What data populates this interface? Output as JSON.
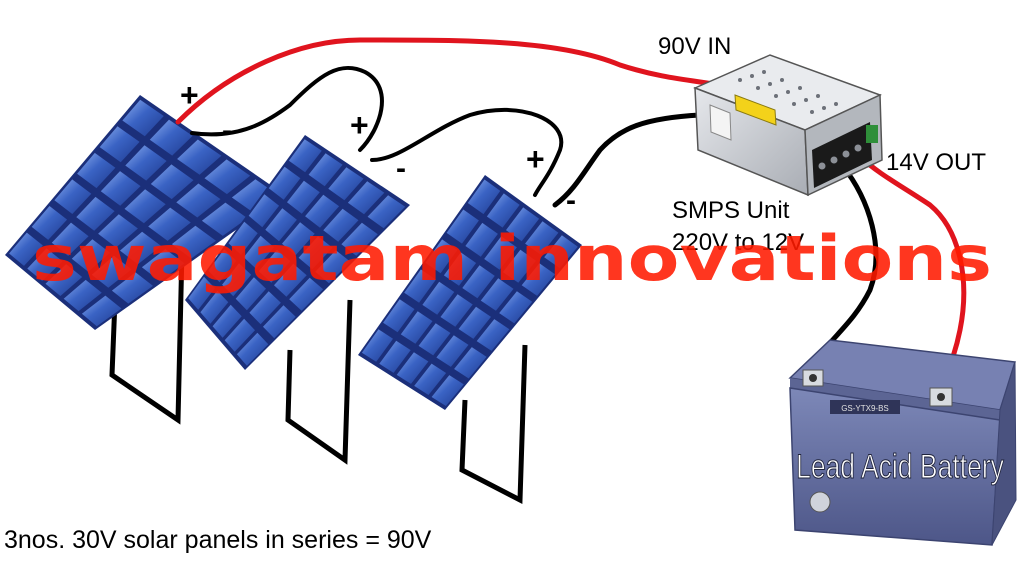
{
  "diagram": {
    "labels": {
      "smps_in": "90V IN",
      "smps_out": "14V OUT",
      "smps_name": "SMPS Unit",
      "smps_rating": "220V to 12V",
      "battery": "Lead Acid Battery",
      "caption": "3nos. 30V solar panels in series = 90V"
    },
    "panel_terminals": [
      {
        "plus": "+",
        "minus": "-"
      },
      {
        "plus": "+",
        "minus": "-"
      },
      {
        "plus": "+",
        "minus": "-"
      }
    ],
    "battery_model": "GS-YTX9-BS",
    "watermark": "swagatam innovations",
    "colors": {
      "positive_wire": "#e0141e",
      "negative_wire": "#000000",
      "watermark": "#ff1a00",
      "panel_cell": "#3a63c4",
      "panel_frame": "#1b2f7a",
      "battery_body": "#6b76a8",
      "smps_body": "#c9ccd1"
    }
  }
}
